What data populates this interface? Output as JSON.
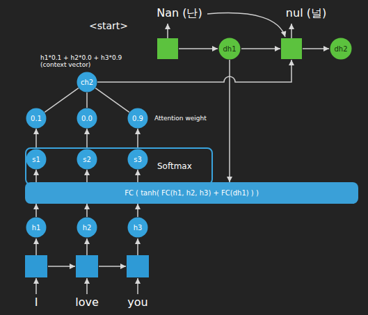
{
  "diagram": {
    "nodes": [
      {
        "text": [
          "dh1"
        ]
      },
      {
        "text": [
          "dh2"
        ]
      },
      {
        "text": [
          "ch2"
        ]
      },
      {
        "text": [
          "0.1"
        ]
      },
      {
        "text": [
          "0.0"
        ]
      },
      {
        "text": [
          "0.9"
        ]
      },
      {
        "text": [
          "Softmax"
        ]
      },
      {
        "text": [
          "s1"
        ],
        "in": 6
      },
      {
        "text": [
          "s2"
        ],
        "in": 6
      },
      {
        "text": [
          "s3"
        ],
        "in": 6
      },
      {
        "text": [
          "FC ( tanh( FC(h1, h2, h3) + FC(dh1) ) )"
        ]
      },
      {
        "text": [
          "h1"
        ]
      },
      {
        "text": [
          "h2"
        ]
      },
      {
        "text": [
          "h3"
        ]
      }
    ],
    "edges": [
      {
        "from": 11,
        "to": 10,
        "arrow": "to"
      },
      {
        "from": 12,
        "to": 10,
        "arrow": "to"
      },
      {
        "from": 13,
        "to": 10,
        "arrow": "to"
      },
      {
        "from": 10,
        "to": 7,
        "arrow": "to"
      },
      {
        "from": 10,
        "to": 8,
        "arrow": "to"
      },
      {
        "from": 10,
        "to": 9,
        "arrow": "to"
      },
      {
        "from": 7,
        "to": 3,
        "arrow": "to"
      },
      {
        "from": 8,
        "to": 4,
        "arrow": "to"
      },
      {
        "from": 9,
        "to": 5,
        "arrow": "to"
      },
      {
        "from": 3,
        "to": 2,
        "arrow": "none"
      },
      {
        "from": 4,
        "to": 2,
        "arrow": "none"
      },
      {
        "from": 5,
        "to": 2,
        "arrow": "none"
      },
      {
        "from": 0,
        "to": 10,
        "arrow": "to"
      }
    ],
    "labels": [
      "<start>",
      "Nan (난)",
      "nul (널)",
      "h1*0.1 + h2*0.0 + h3*0.9 (context vector)",
      "Attention weight",
      "I",
      "love",
      "you"
    ]
  }
}
